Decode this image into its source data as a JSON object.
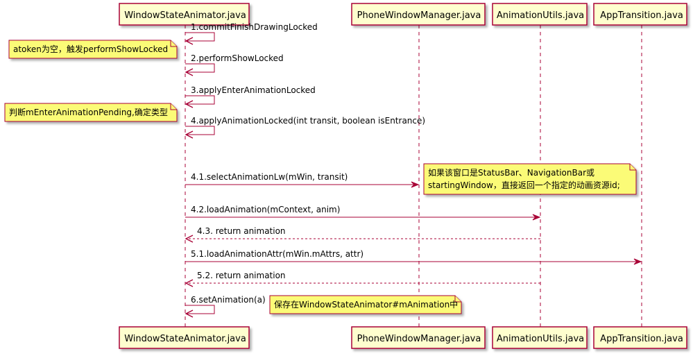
{
  "colors": {
    "participant_fill": "#FEFECE",
    "participant_border": "#A80036",
    "arrow": "#A80036",
    "lifeline": "#A80036",
    "note_fill": "#FBFB77",
    "note_border": "#A80036"
  },
  "participants": [
    "WindowStateAnimator.java",
    "PhoneWindowManager.java",
    "AnimationUtils.java",
    "AppTransition.java"
  ],
  "messages": [
    {
      "label": "1.commitFinishDrawingLocked",
      "from": 0,
      "to": 0,
      "dashed": false
    },
    {
      "label": "2.performShowLocked",
      "from": 0,
      "to": 0,
      "dashed": false
    },
    {
      "label": "3.applyEnterAnimationLocked",
      "from": 0,
      "to": 0,
      "dashed": false
    },
    {
      "label": "4.applyAnimationLocked(int transit, boolean isEntrance)",
      "from": 0,
      "to": 0,
      "dashed": false
    },
    {
      "label": "4.1.selectAnimationLw(mWin, transit)",
      "from": 0,
      "to": 1,
      "dashed": false
    },
    {
      "label": "4.2.loadAnimation(mContext, anim)",
      "from": 0,
      "to": 2,
      "dashed": false
    },
    {
      "label": "4.3. return animation",
      "from": 2,
      "to": 0,
      "dashed": true
    },
    {
      "label": "5.1.loadAnimationAttr(mWin.mAttrs, attr)",
      "from": 0,
      "to": 3,
      "dashed": false
    },
    {
      "label": "5.2. return animation",
      "from": 2,
      "to": 0,
      "dashed": true
    },
    {
      "label": "6.setAnimation(a)",
      "from": 0,
      "to": 0,
      "dashed": false
    }
  ],
  "notes": [
    {
      "lines": [
        "atoken为空，触发performShowLocked"
      ]
    },
    {
      "lines": [
        "判断mEnterAnimationPending,确定类型"
      ]
    },
    {
      "lines": [
        "如果该窗口是StatusBar、NavigationBar或",
        "startingWindow，直接返回一个指定的动画资源id;"
      ]
    },
    {
      "lines": [
        "保存在WindowStateAnimator#mAnimation中"
      ]
    }
  ]
}
